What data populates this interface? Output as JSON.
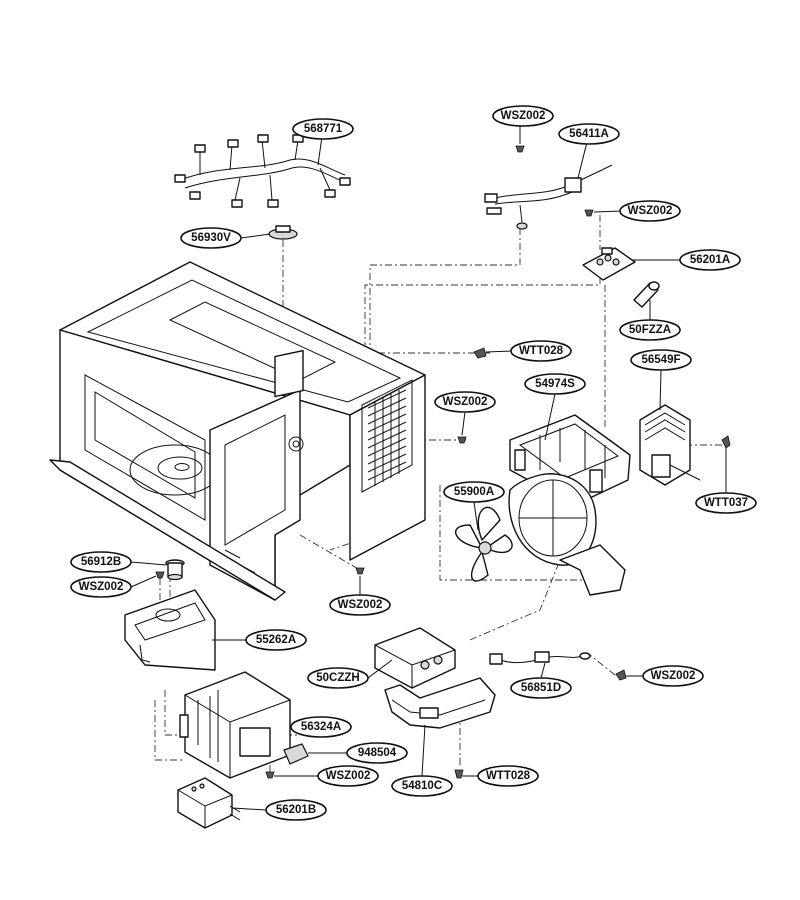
{
  "labels": {
    "harness": "568771",
    "thermostat": "56930V",
    "screw_top": "WSZ002",
    "wire_assembly": "56411A",
    "screw_upper_right": "WSZ002",
    "pcb": "56201A",
    "fuse": "50FZZA",
    "tapping_screw_upper": "WTT028",
    "duct_assembly": "54974S",
    "screw_mid": "WSZ002",
    "fan_motor": "56549F",
    "fan_blade": "55900A",
    "tapping_screw_right": "WTT037",
    "thermal_cutout": "56912B",
    "screw_left": "WSZ002",
    "screw_center": "WSZ002",
    "magnetron_cover": "55262A",
    "capacitor": "50CZZH",
    "sensor_cord": "56851D",
    "screw_right_lower": "WSZ002",
    "transformer": "56324A",
    "ferrite": "948504",
    "screw_bottom": "WSZ002",
    "bracket": "54810C",
    "tapping_screw_lower": "WTT028",
    "power_block": "56201B"
  }
}
